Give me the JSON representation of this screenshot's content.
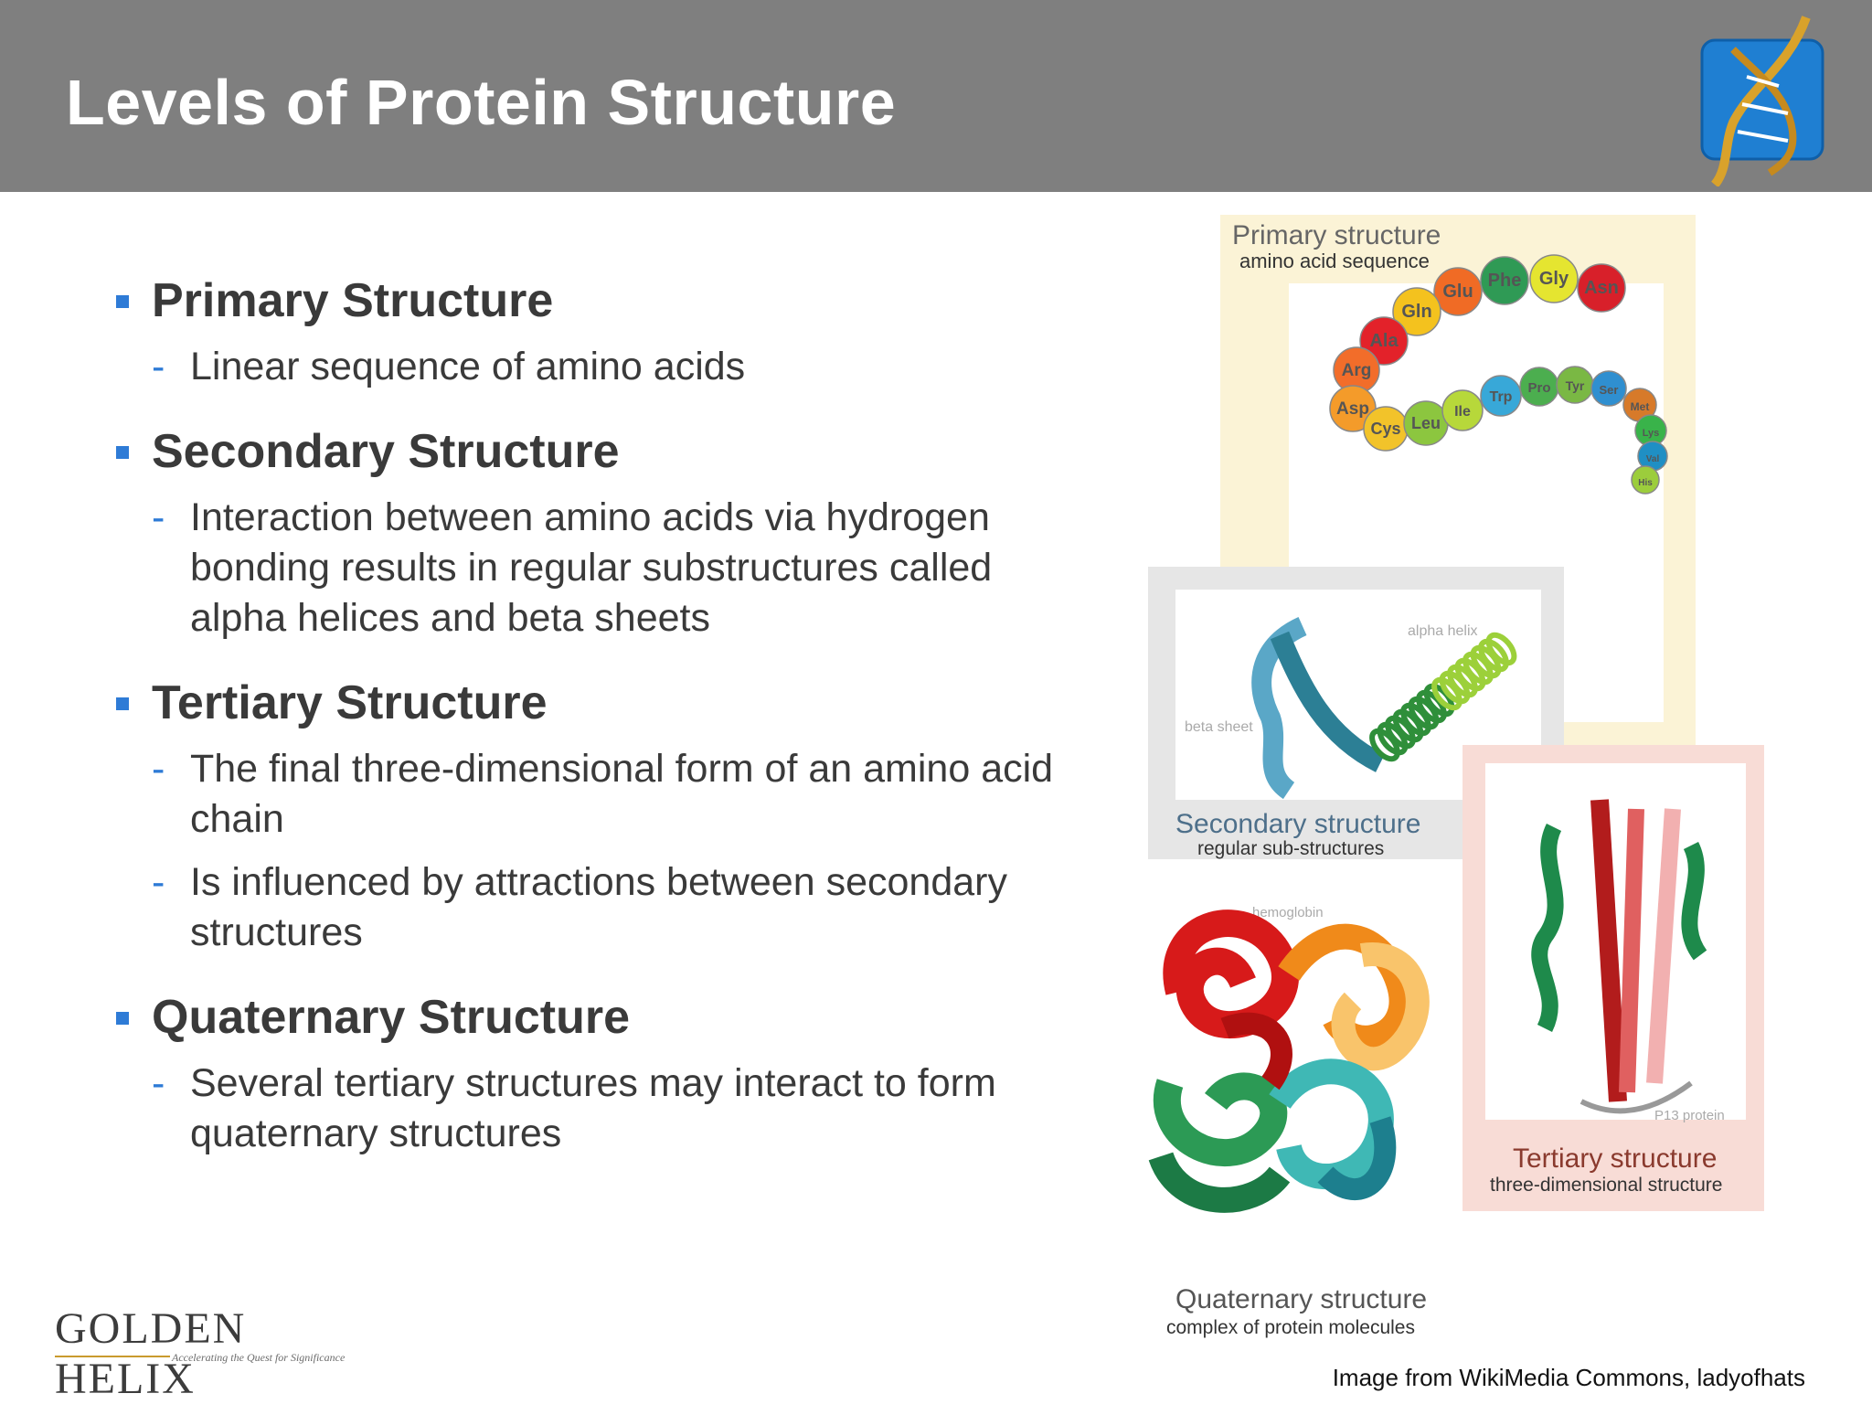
{
  "slide": {
    "title": "Levels of Protein Structure"
  },
  "bullets": [
    {
      "heading": "Primary Structure",
      "subs": [
        "Linear sequence of amino acids"
      ]
    },
    {
      "heading": "Secondary Structure",
      "subs": [
        "Interaction between amino acids via hydrogen bonding results in regular substructures called alpha helices and beta sheets"
      ]
    },
    {
      "heading": "Tertiary Structure",
      "subs": [
        "The final three-dimensional form of an amino acid chain",
        "Is influenced by attractions between secondary structures"
      ]
    },
    {
      "heading": "Quaternary Structure",
      "subs": [
        "Several tertiary structures may interact to form quaternary structures"
      ]
    }
  ],
  "sub_marker": "-",
  "figure": {
    "primary_title": "Primary structure",
    "primary_sub": "amino acid sequence",
    "amino_acids": [
      "Asn",
      "Gly",
      "Phe",
      "Glu",
      "Gln",
      "Ala",
      "Arg",
      "Asp",
      "Cys",
      "Leu",
      "Ile",
      "Trp",
      "Pro",
      "Tyr",
      "Ser",
      "Met",
      "Lys",
      "Val",
      "His"
    ],
    "alpha_helix_label": "alpha helix",
    "beta_sheet_label": "beta sheet",
    "secondary_title": "Secondary structure",
    "secondary_sub": "regular sub-structures",
    "hemoglobin_label": "hemoglobin",
    "p13_label": "P13 protein",
    "tertiary_title": "Tertiary structure",
    "tertiary_sub": "three-dimensional structure",
    "quaternary_title": "Quaternary structure",
    "quaternary_sub": "complex of protein molecules"
  },
  "credit": "Image from WikiMedia Commons, ladyofhats",
  "brand": {
    "name": "GOLDEN HELIX",
    "tagline": "Accelerating the Quest for Significance"
  },
  "colors": {
    "header_bg": "#7f7f7f",
    "bullet_accent": "#2e7bd6",
    "text": "#3a3a3a"
  }
}
